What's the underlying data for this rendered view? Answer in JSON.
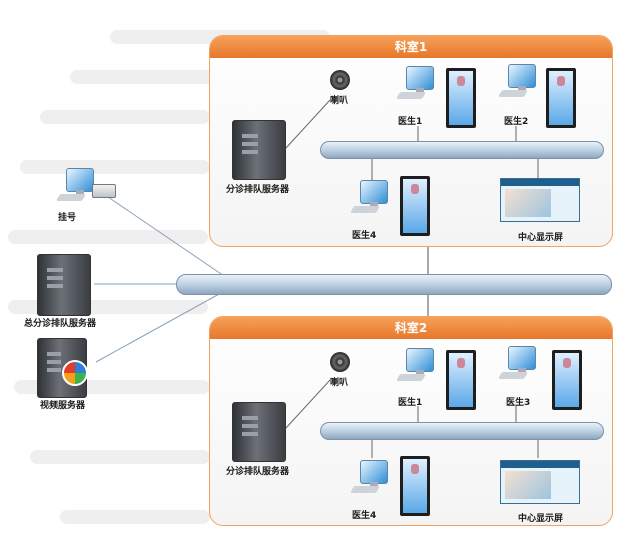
{
  "rooms": [
    {
      "title": "科室1",
      "server": "分诊排队服务器",
      "speaker": "喇叭",
      "doctors": [
        "医生1",
        "医生2",
        "医生4"
      ],
      "display": "中心显示屏"
    },
    {
      "title": "科室2",
      "server": "分诊排队服务器",
      "speaker": "喇叭",
      "doctors": [
        "医生1",
        "医生3",
        "医生4"
      ],
      "display": "中心显示屏"
    }
  ],
  "left": {
    "registration": "挂号",
    "main_server": "总分诊排队服务器",
    "video_server": "视频服务器"
  },
  "colors": {
    "room_header": "#ec8a3e",
    "bus": "#b9cde0",
    "line": "#8aa2b8"
  },
  "icons": [
    "server-icon",
    "speaker-icon",
    "pc-icon",
    "kiosk-icon",
    "wall-display-icon",
    "printer-icon",
    "media-icon"
  ]
}
